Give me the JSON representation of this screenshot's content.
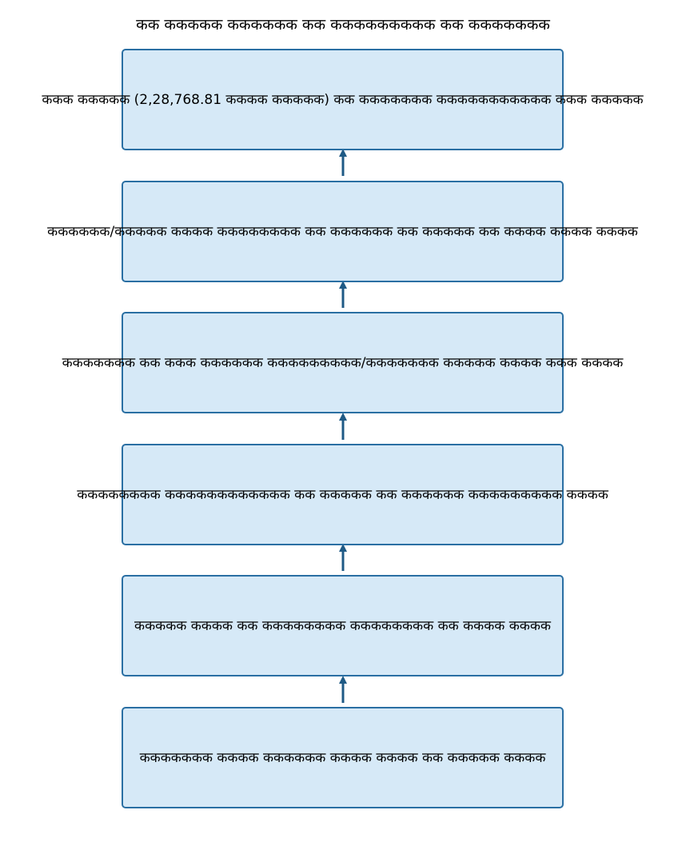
{
  "diagram": {
    "title": "कक ककककक कककककक कक ककककककककक कक ककककककक",
    "colors": {
      "box_fill": "#d6e9f7",
      "box_border": "#2a6fa3",
      "arrow": "#1f5a85"
    },
    "steps": [
      {
        "text": "ककक ककककक (2,28,768.81 कककक ककककक) कक ककककककक ककककककककककक ककक ककककक"
      },
      {
        "text": "कककककक/ककककक कककक कककककककक कक कककककक कक ककककक कक कककक कककक कककक"
      },
      {
        "text": "ककककककक कक ककक कककककक ककककककककक/ककककककक ककककक कककक ककक कककक"
      },
      {
        "text": "कककककककक कककककककककककक कक ककककक कक कककककक ककककककककक कककक"
      },
      {
        "text": "ककककक कककक कक कककककककक कककककककक कक कककक कककक"
      },
      {
        "text": "ककककककक कककक कककककक कककक कककक कक ककककक कककक"
      }
    ]
  }
}
